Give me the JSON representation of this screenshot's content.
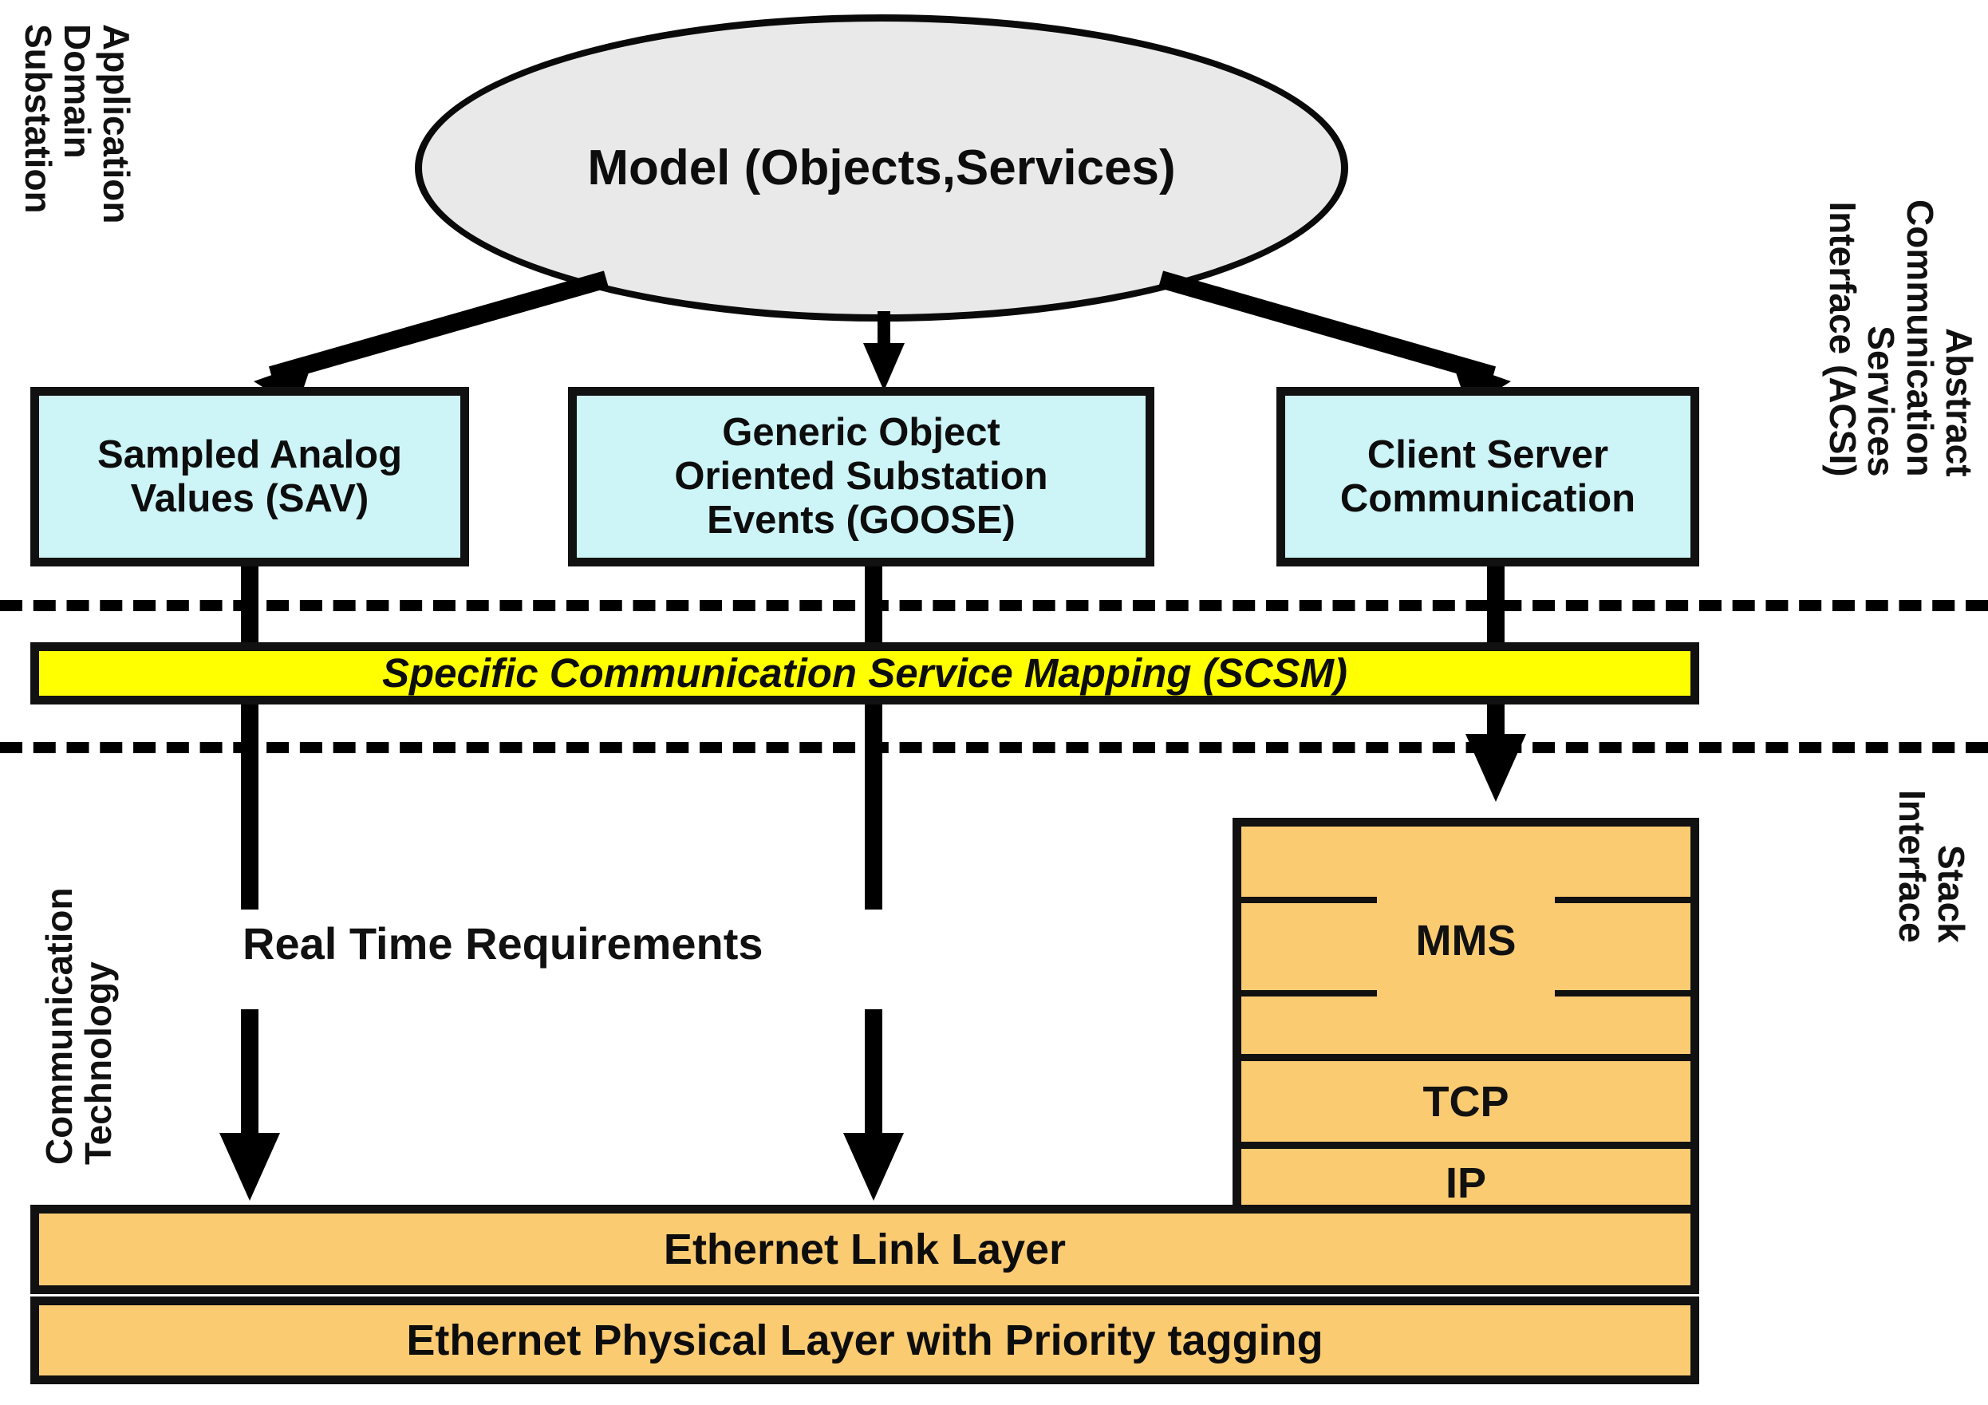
{
  "diagram": {
    "title_node": {
      "label": "Model (Objects,Services)"
    },
    "side_labels": {
      "left_top": "Application\nDomain\nSubstation",
      "left_bottom": "Communication\nTechnology",
      "right_top": "Abstract\nCommunication\nServices\nInterface (ACSI)",
      "right_bottom": "Stack\nInterface"
    },
    "service_boxes": [
      {
        "label": "Sampled Analog\nValues (SAV)",
        "color": "#cdf4f7"
      },
      {
        "label": "Generic Object\nOriented Substation\nEvents (GOOSE)",
        "color": "#cdf4f7"
      },
      {
        "label": "Client Server\nCommunication",
        "color": "#cdf4f7"
      }
    ],
    "mapping_bar": {
      "label": "Specific Communication Service Mapping (SCSM)",
      "color": "#ffff00"
    },
    "annotation": {
      "label": "Real Time Requirements"
    },
    "stack": [
      {
        "label": "MMS",
        "color": "#fbcb72"
      },
      {
        "label": "TCP",
        "color": "#fbcb72"
      },
      {
        "label": "IP",
        "color": "#fbcb72"
      }
    ],
    "link_layers": [
      {
        "label": "Ethernet Link Layer",
        "color": "#fbcb72"
      },
      {
        "label": "Ethernet Physical Layer with Priority tagging",
        "color": "#fbcb72"
      }
    ],
    "colors": {
      "cyan": "#cdf4f7",
      "yellow": "#ffff00",
      "orange": "#fbcb72",
      "ellipse_gray": "#e9e9e9",
      "outline": "#111111"
    }
  }
}
